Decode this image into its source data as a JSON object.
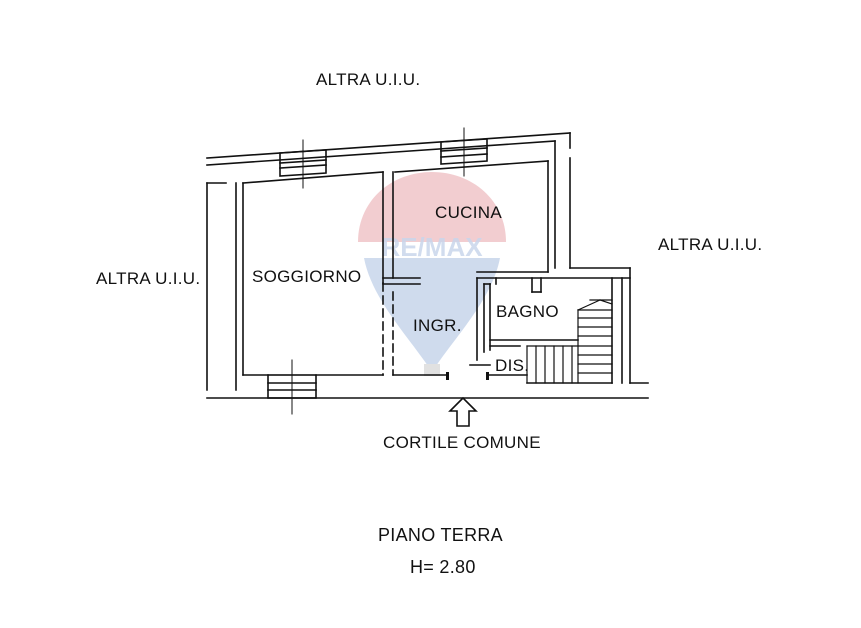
{
  "labels": {
    "neighbor_top": "ALTRA U.I.U.",
    "neighbor_left": "ALTRA U.I.U.",
    "neighbor_right": "ALTRA U.I.U.",
    "room_soggiorno": "SOGGIORNO",
    "room_cucina": "CUCINA",
    "room_ingresso": "INGR.",
    "room_bagno": "BAGNO",
    "room_disimpegno": "DIS.",
    "courtyard": "CORTILE COMUNE",
    "floor_name": "PIANO TERRA",
    "ceiling_height": "H= 2.80"
  },
  "watermark": {
    "text": "RE/MAX",
    "colors": {
      "red": "#e8a4aa",
      "blue": "#a9bfe0"
    }
  },
  "colors": {
    "line": "#111111",
    "background": "#ffffff"
  }
}
